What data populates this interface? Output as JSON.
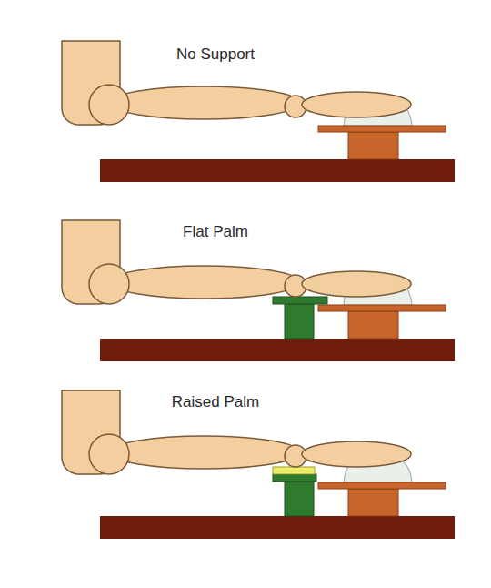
{
  "diagram": {
    "labels": [
      "No Support",
      "Flat Palm",
      "Raised Palm"
    ]
  }
}
